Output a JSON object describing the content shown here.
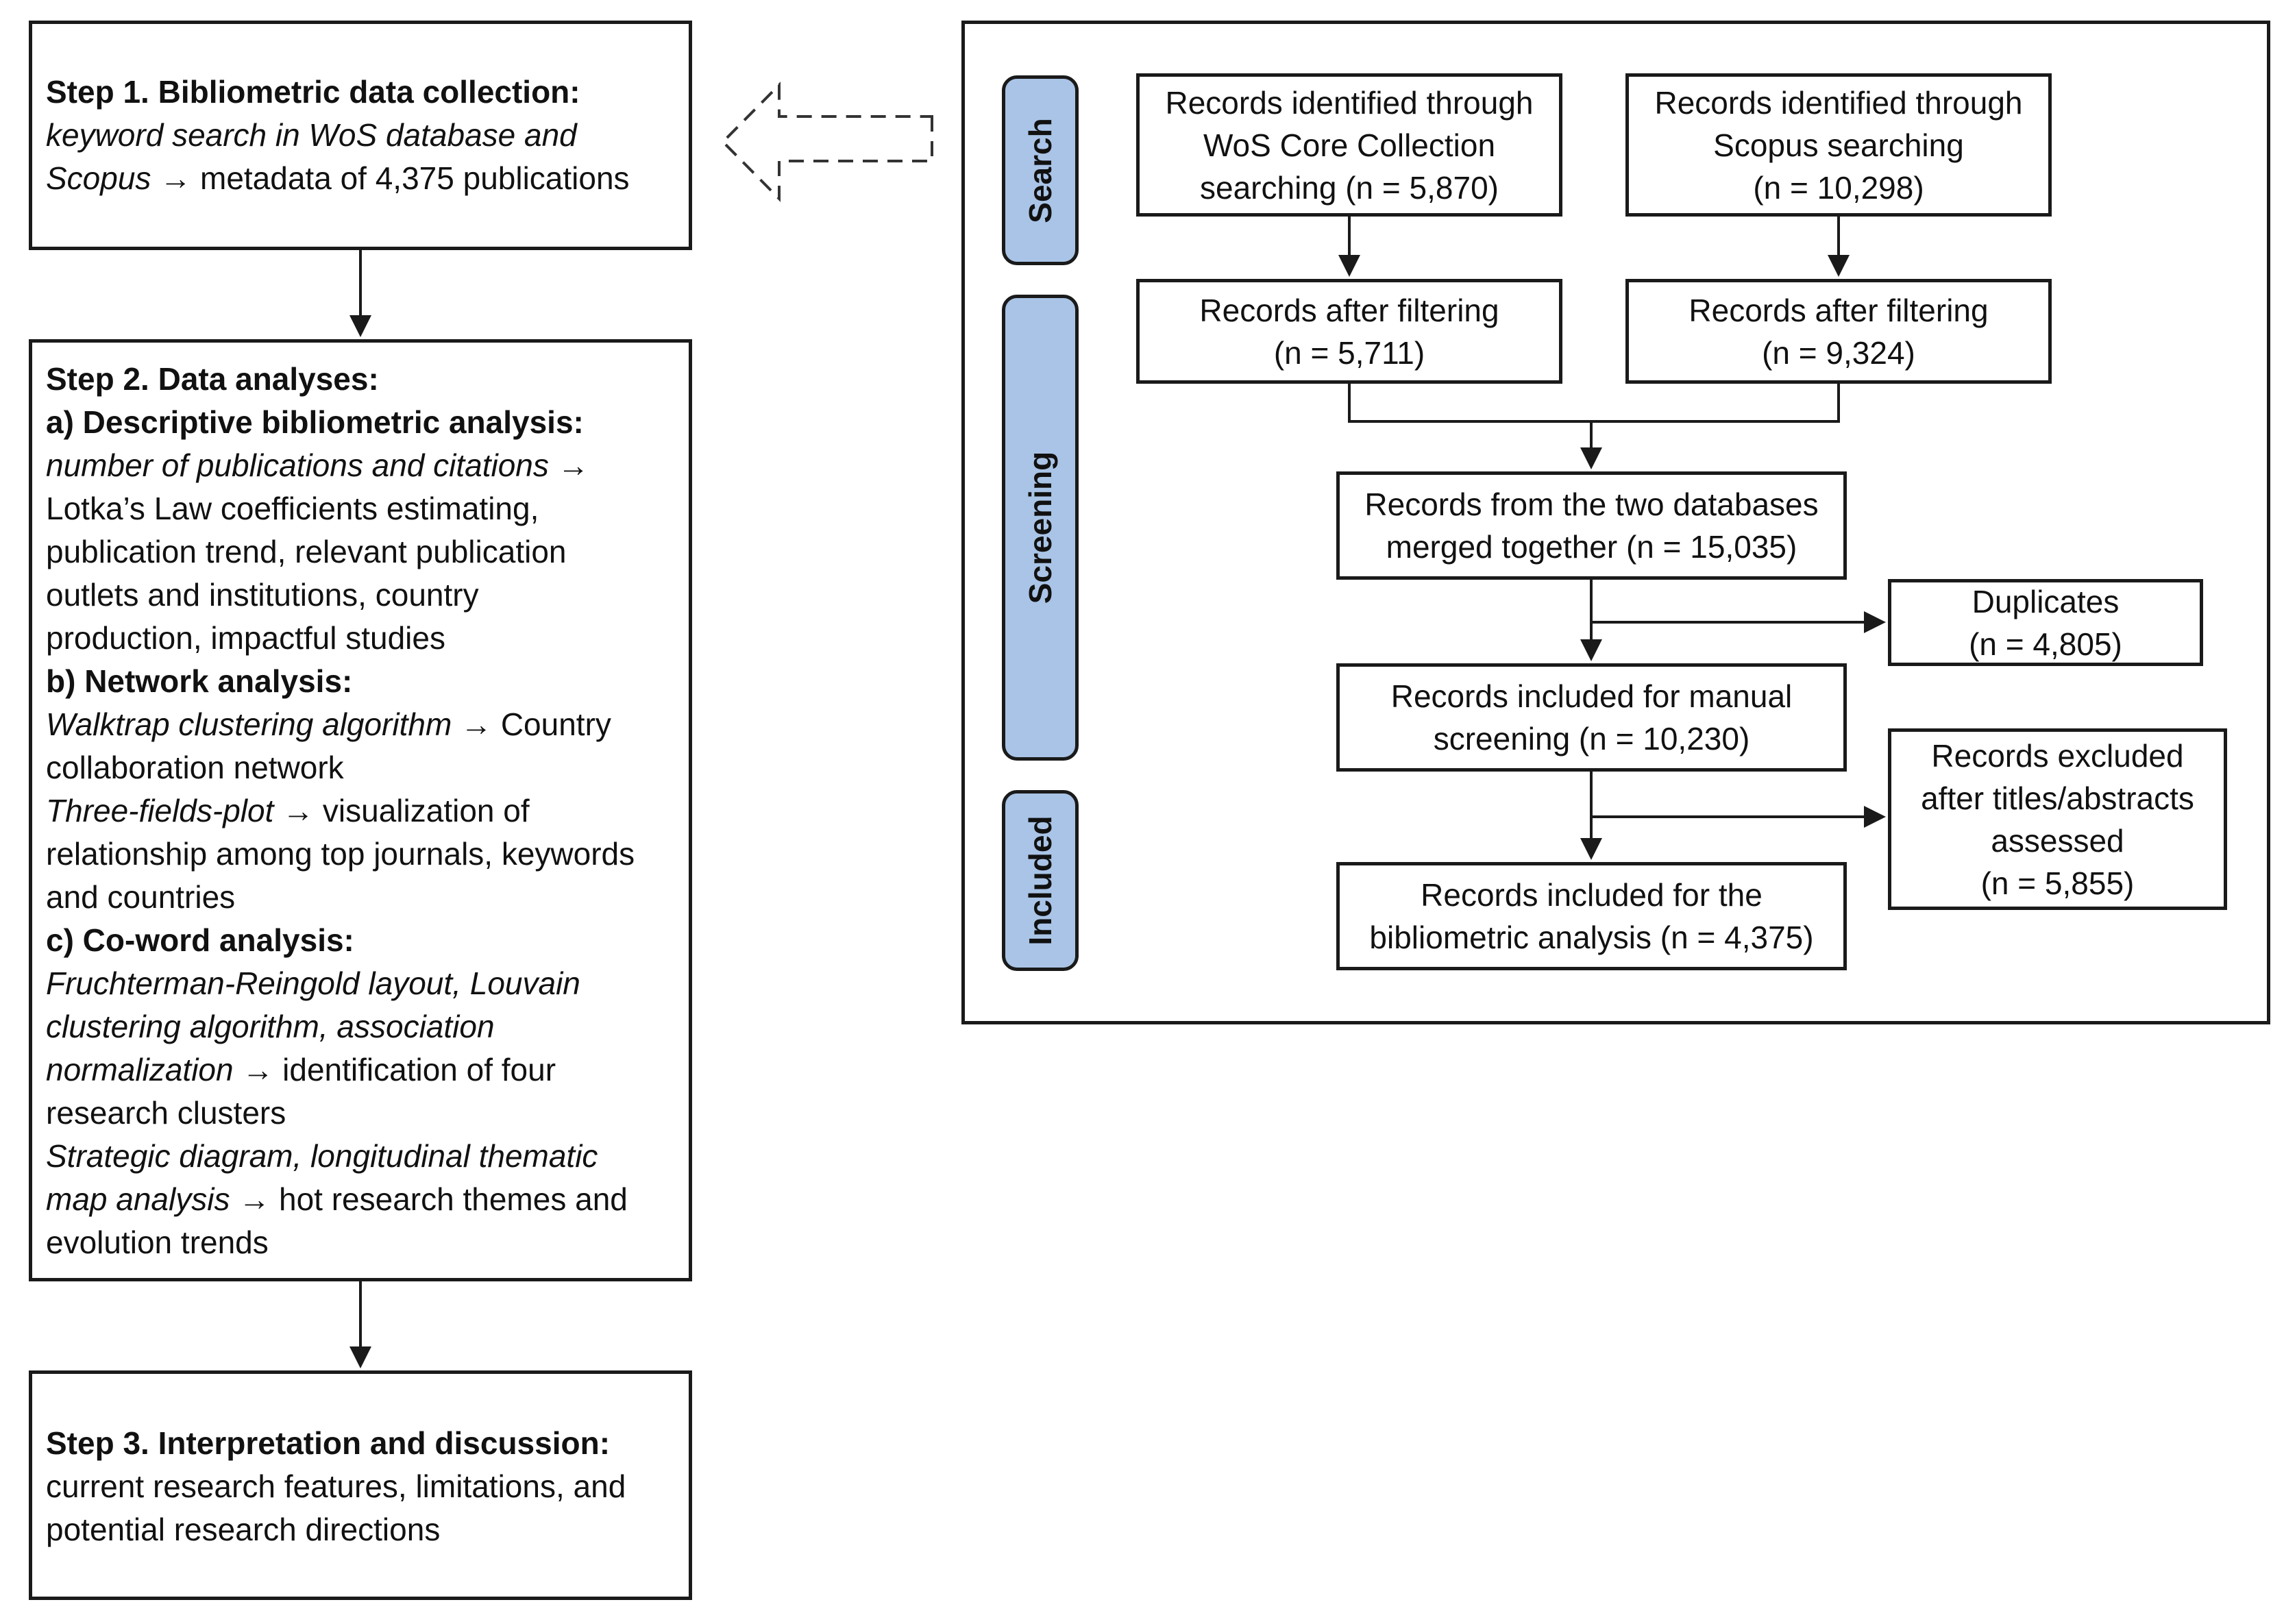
{
  "steps": {
    "step1": {
      "title": "Step 1. Bibliometric data collection:",
      "l2_italic": "keyword search in WoS database and",
      "l3_italic": "Scopus",
      "l3_rest": " → metadata of 4,375 publications"
    },
    "step2": {
      "title": "Step 2. Data analyses:",
      "a_heading": "a) Descriptive bibliometric analysis:",
      "a_l1_italic": "number of publications and citations",
      "a_l1_rest": " →",
      "a_l2": "Lotka’s Law coefficients estimating,",
      "a_l3": "publication trend, relevant publication",
      "a_l4": "outlets and institutions, country",
      "a_l5": "production, impactful studies",
      "b_heading": "b) Network analysis:",
      "b_l1_italic": "Walktrap clustering algorithm",
      "b_l1_rest": " → Country",
      "b_l2": "collaboration network",
      "b_l3_italic": "Three-fields-plot",
      "b_l3_rest": " → visualization of",
      "b_l4": "relationship among top journals, keywords",
      "b_l5": "and countries",
      "c_heading": "c) Co-word analysis:",
      "c_l1_italic": "Fruchterman-Reingold layout, Louvain",
      "c_l2_italic": "clustering algorithm, association",
      "c_l3_italic": "normalization",
      "c_l3_rest": " → identification of four",
      "c_l4": "research clusters",
      "c_l5_italic": "Strategic diagram, longitudinal thematic",
      "c_l6_italic": "map analysis",
      "c_l6_rest": " → hot research themes and",
      "c_l7": "evolution trends"
    },
    "step3": {
      "title": "Step 3. Interpretation and discussion:",
      "l2": "current research features, limitations, and",
      "l3": "potential research directions"
    }
  },
  "stages": {
    "search": "Search",
    "screening": "Screening",
    "included": "Included"
  },
  "flow": {
    "wos": {
      "l1": "Records identified through",
      "l2": "WoS Core Collection",
      "l3": "searching (n = 5,870)"
    },
    "scopus": {
      "l1": "Records identified through",
      "l2": "Scopus searching",
      "l3": "(n = 10,298)"
    },
    "wos_filtered": {
      "l1": "Records after filtering",
      "l2": "(n = 5,711)"
    },
    "scopus_filtered": {
      "l1": "Records after filtering",
      "l2": "(n = 9,324)"
    },
    "merged": {
      "l1": "Records from the two databases",
      "l2": "merged together (n = 15,035)"
    },
    "duplicates": {
      "l1": "Duplicates",
      "l2": "(n = 4,805)"
    },
    "manual": {
      "l1": "Records included for manual",
      "l2": "screening (n = 10,230)"
    },
    "excluded": {
      "l1": "Records excluded",
      "l2": "after titles/abstracts",
      "l3": "assessed",
      "l4": "(n = 5,855)"
    },
    "final": {
      "l1": "Records included for the",
      "l2": "bibliometric analysis (n = 4,375)"
    }
  }
}
